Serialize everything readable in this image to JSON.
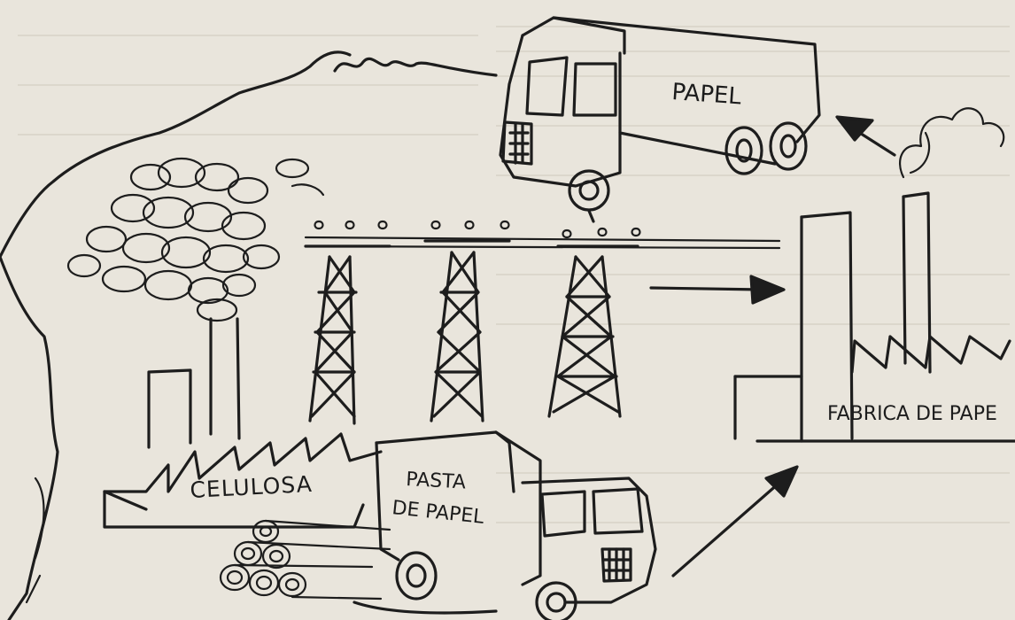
{
  "labels": {
    "truck_top": "PAPEL",
    "pulp_mill": "CELULOSA",
    "truck_bottom_line1": "PASTA",
    "truck_bottom_line2": "DE PAPEL",
    "paper_factory": "FABRICA DE PAPE"
  }
}
